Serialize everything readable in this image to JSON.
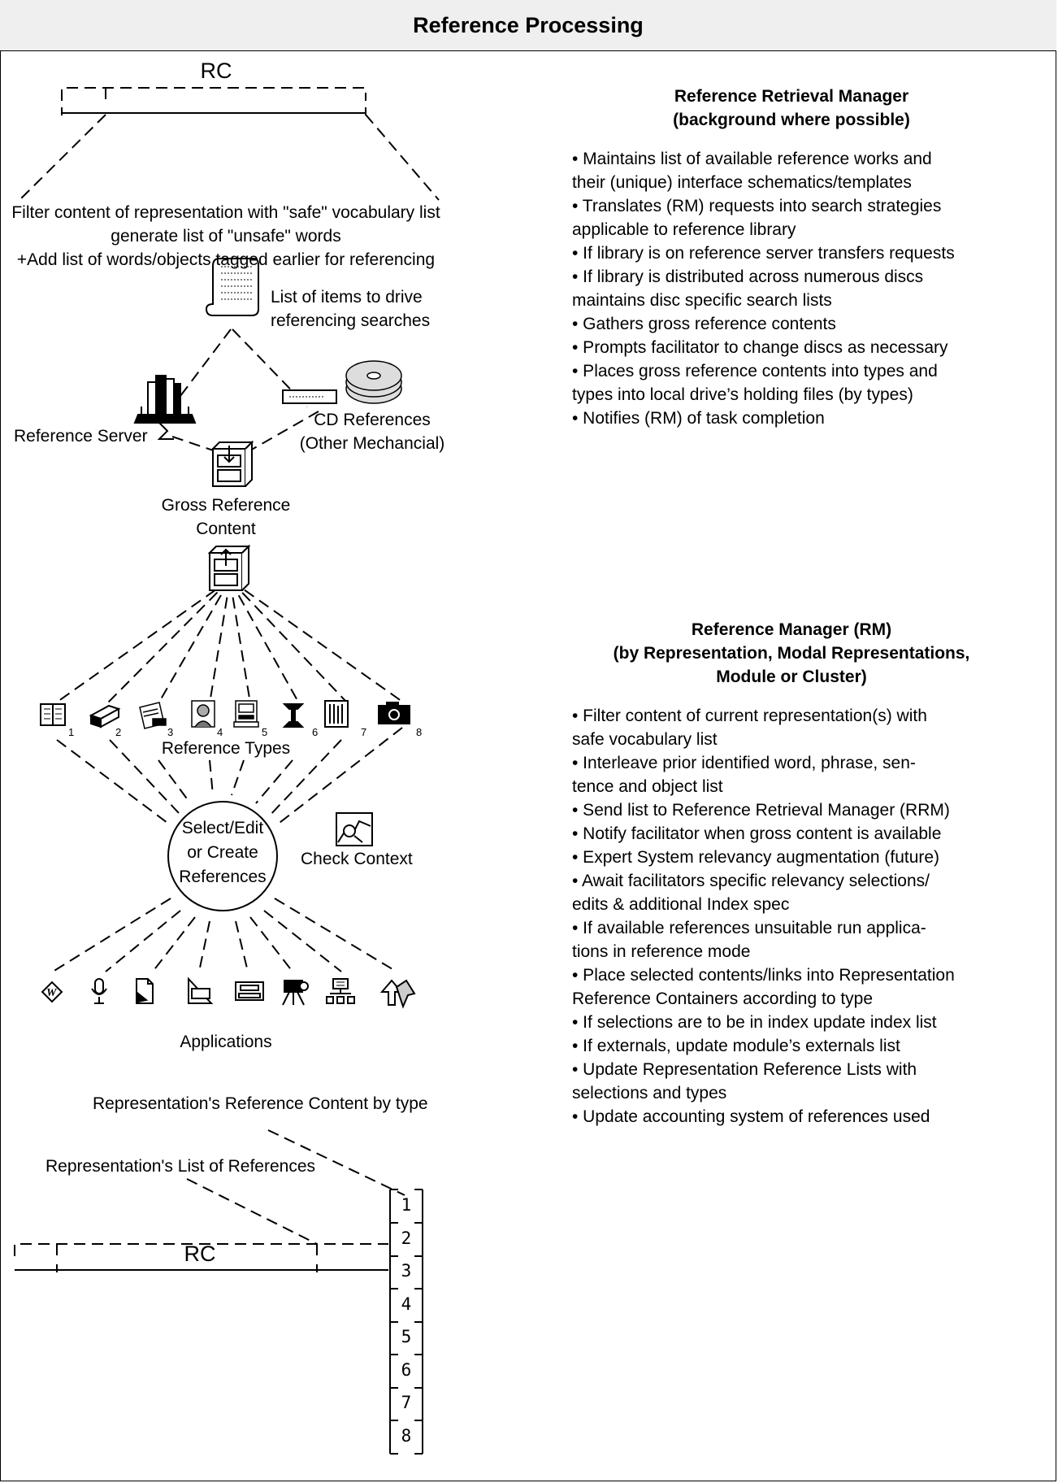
{
  "title": "Reference Processing",
  "rc_top": "RC",
  "rc_bottom": "RC",
  "filter_text": [
    "Filter content of representation with \"safe\" vocabulary list",
    "generate list of \"unsafe\" words",
    "+Add list of words/objects tagged earlier for referencing"
  ],
  "list_items_label": [
    "List of items to drive",
    "referencing searches"
  ],
  "reference_server_label": "Reference Server",
  "cd_references_label": [
    "CD References",
    "(Other Mechancial)"
  ],
  "gross_content_label": [
    "Gross Reference",
    "Content"
  ],
  "reference_types_label": "Reference Types",
  "reference_type_numbers": [
    "1",
    "2",
    "3",
    "4",
    "5",
    "6",
    "7",
    "8"
  ],
  "select_circle_label": [
    "Select/Edit",
    "or Create",
    "References"
  ],
  "check_context_label": "Check Context",
  "applications_label": "Applications",
  "content_by_type_label": "Representation's Reference Content by type",
  "list_of_refs_label": "Representation's List of References",
  "slot_numbers": [
    "1",
    "2",
    "3",
    "4",
    "5",
    "6",
    "7",
    "8"
  ],
  "rrm": {
    "heading": [
      "Reference Retrieval Manager",
      "(background where possible)"
    ],
    "bullets": [
      "• Maintains list of available reference works and",
      "their (unique) interface schematics/templates",
      "• Translates (RM) requests into search strategies",
      "applicable to reference library",
      "• If library is on reference server transfers requests",
      "• If library is distributed across numerous discs",
      "maintains disc specific search lists",
      "• Gathers gross reference contents",
      "• Prompts facilitator to change discs as necessary",
      "• Places gross reference contents into types and",
      "types into local drive’s  holding files (by types)",
      "• Notifies (RM) of task completion"
    ]
  },
  "rm": {
    "heading": [
      "Reference Manager (RM)",
      "(by Representation, Modal Representations,",
      "Module or Cluster)"
    ],
    "bullets": [
      "• Filter content of current representation(s) with",
      "safe vocabulary list",
      "• Interleave prior  identified word, phrase, sen-",
      "tence  and object list",
      "• Send list to Reference Retrieval Manager (RRM)",
      "• Notify facilitator when gross content is available",
      "• Expert System relevancy augmentation (future)",
      "• Await facilitators specific relevancy selections/",
      "edits & additional  Index spec",
      "• If available references unsuitable run applica-",
      "tions in reference mode",
      "• Place selected contents/links into Representation",
      "Reference Containers according to type",
      "• If selections are to be in index update index list",
      "• If externals, update module’s externals list",
      "• Update Representation Reference Lists with",
      "selections and types",
      "• Update accounting system of references used"
    ]
  }
}
